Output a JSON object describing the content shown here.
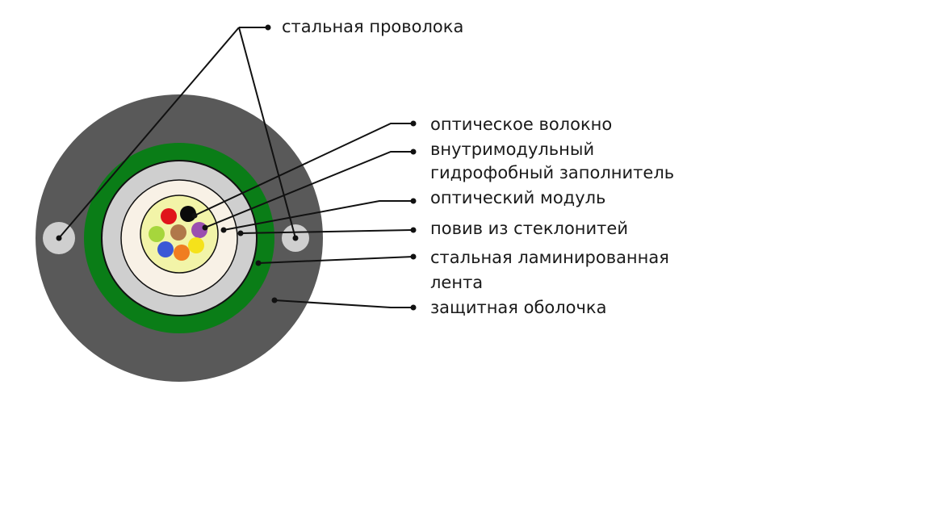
{
  "labels": {
    "steel_wire": "стальная проволока",
    "optical_fiber": "оптическое волокно",
    "filler_line1": "внутримодульный",
    "filler_line2": "гидрофобный заполнитель",
    "optical_module": "оптический модуль",
    "glass_yarn": "повив из стеклонитей",
    "laminated_tape_line1": "стальная ламинированная",
    "laminated_tape_line2": "лента",
    "sheath": "защитная оболочка"
  },
  "colors": {
    "sheath": "#595959",
    "laminated_tape": "#0a7d17",
    "glass_yarn": "#cfcfcf",
    "module_tube": "#f8f1e6",
    "filler": "#f2f4a8",
    "steel_wire": "#cfcfcf",
    "fibers": [
      "#e0141b",
      "#0a0a0a",
      "#a6d63c",
      "#b0784a",
      "#9b4fb0",
      "#3b58d6",
      "#f07d21",
      "#f5e21a"
    ]
  }
}
